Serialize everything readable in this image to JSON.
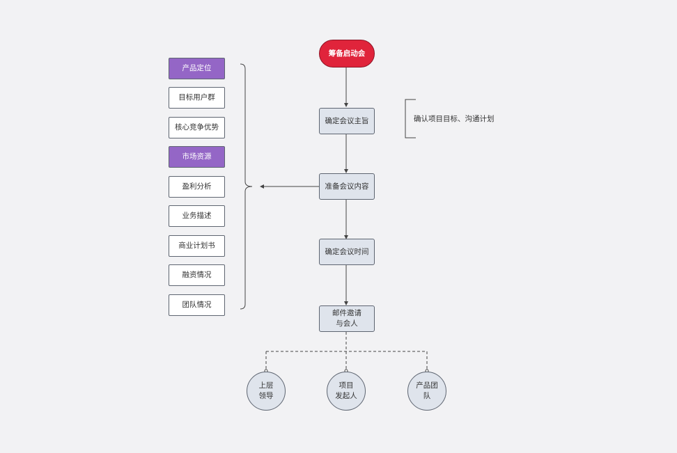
{
  "flow": {
    "start": "筹备启动会",
    "step1": "确定会议主旨",
    "step2": "准备会议内容",
    "step3": "确定会议时间",
    "step4": "邮件邀请\n与会人"
  },
  "note": "确认项目目标、沟通计划",
  "list": [
    {
      "label": "产品定位",
      "highlight": true
    },
    {
      "label": "目标用户群",
      "highlight": false
    },
    {
      "label": "核心竞争优势",
      "highlight": false
    },
    {
      "label": "市场资源",
      "highlight": true
    },
    {
      "label": "盈利分析",
      "highlight": false
    },
    {
      "label": "业务描述",
      "highlight": false
    },
    {
      "label": "商业计划书",
      "highlight": false
    },
    {
      "label": "融资情况",
      "highlight": false
    },
    {
      "label": "团队情况",
      "highlight": false
    }
  ],
  "attendees": [
    "上层\n领导",
    "项目\n发起人",
    "产品团\n队"
  ],
  "colors": {
    "start_fill": "#e0243b",
    "highlight_fill": "#9466c6",
    "node_fill": "#dfe4ec",
    "background": "#f2f2f4"
  }
}
